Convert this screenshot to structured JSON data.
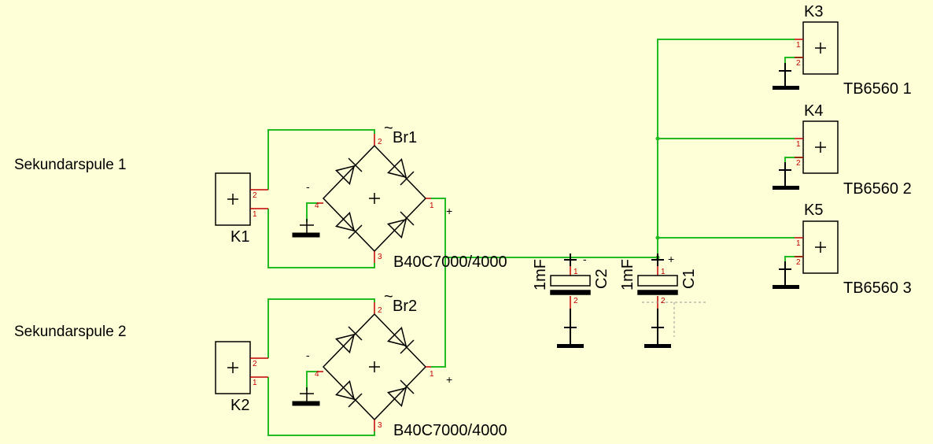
{
  "colors": {
    "background": "#FFFFD7",
    "wire": "#22BB22",
    "pin": "#C00000",
    "symbol": "#000000"
  },
  "coils": {
    "primary": "Sekundarspule 1",
    "secondary": "Sekundarspule 2"
  },
  "connectors": [
    {
      "name": "K1"
    },
    {
      "name": "K2"
    },
    {
      "name": "K3",
      "value": "TB6560 1"
    },
    {
      "name": "K4",
      "value": "TB6560 2"
    },
    {
      "name": "K5",
      "value": "TB6560 3"
    }
  ],
  "bridges": [
    {
      "name": "Br1",
      "value": "B40C7000/4000",
      "tilde": "~"
    },
    {
      "name": "Br2",
      "value": "B40C7000/4000",
      "tilde": "~"
    }
  ],
  "capacitors": [
    {
      "name": "C2",
      "value": "1mF"
    },
    {
      "name": "C1",
      "value": "1mF"
    }
  ],
  "pins": {
    "p1": "1",
    "p2": "2",
    "p3": "3",
    "p4": "4"
  },
  "polarity": {
    "plus": "+",
    "minus": "-"
  },
  "icons": {
    "connector": "connector-box-icon",
    "bridge": "bridge-rectifier-icon",
    "capacitor": "electrolytic-capacitor-icon",
    "ground": "ground-icon"
  }
}
